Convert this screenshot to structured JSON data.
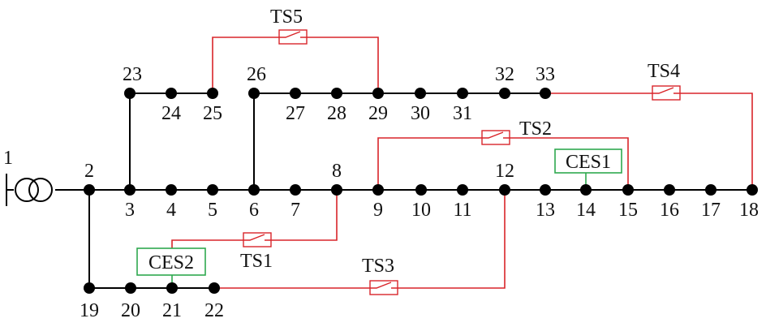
{
  "colors": {
    "line": "#000000",
    "tie_switch": "#d9252a",
    "ces": "#2fa84f"
  },
  "source": {
    "label": "1",
    "icon": "transformer-icon"
  },
  "nodes": [
    {
      "id": "2",
      "label": "2"
    },
    {
      "id": "3",
      "label": "3"
    },
    {
      "id": "4",
      "label": "4"
    },
    {
      "id": "5",
      "label": "5"
    },
    {
      "id": "6",
      "label": "6"
    },
    {
      "id": "7",
      "label": "7"
    },
    {
      "id": "8",
      "label": "8"
    },
    {
      "id": "9",
      "label": "9"
    },
    {
      "id": "10",
      "label": "10"
    },
    {
      "id": "11",
      "label": "11"
    },
    {
      "id": "12",
      "label": "12"
    },
    {
      "id": "13",
      "label": "13"
    },
    {
      "id": "14",
      "label": "14"
    },
    {
      "id": "15",
      "label": "15"
    },
    {
      "id": "16",
      "label": "16"
    },
    {
      "id": "17",
      "label": "17"
    },
    {
      "id": "18",
      "label": "18"
    },
    {
      "id": "19",
      "label": "19"
    },
    {
      "id": "20",
      "label": "20"
    },
    {
      "id": "21",
      "label": "21"
    },
    {
      "id": "22",
      "label": "22"
    },
    {
      "id": "23",
      "label": "23"
    },
    {
      "id": "24",
      "label": "24"
    },
    {
      "id": "25",
      "label": "25"
    },
    {
      "id": "26",
      "label": "26"
    },
    {
      "id": "27",
      "label": "27"
    },
    {
      "id": "28",
      "label": "28"
    },
    {
      "id": "29",
      "label": "29"
    },
    {
      "id": "30",
      "label": "30"
    },
    {
      "id": "31",
      "label": "31"
    },
    {
      "id": "32",
      "label": "32"
    },
    {
      "id": "33",
      "label": "33"
    }
  ],
  "branches": [
    [
      "1",
      "2"
    ],
    [
      "2",
      "3"
    ],
    [
      "3",
      "4"
    ],
    [
      "4",
      "5"
    ],
    [
      "5",
      "6"
    ],
    [
      "6",
      "7"
    ],
    [
      "7",
      "8"
    ],
    [
      "8",
      "9"
    ],
    [
      "9",
      "10"
    ],
    [
      "10",
      "11"
    ],
    [
      "11",
      "12"
    ],
    [
      "12",
      "13"
    ],
    [
      "13",
      "14"
    ],
    [
      "14",
      "15"
    ],
    [
      "15",
      "16"
    ],
    [
      "16",
      "17"
    ],
    [
      "17",
      "18"
    ],
    [
      "2",
      "19"
    ],
    [
      "19",
      "20"
    ],
    [
      "20",
      "21"
    ],
    [
      "21",
      "22"
    ],
    [
      "3",
      "23"
    ],
    [
      "23",
      "24"
    ],
    [
      "24",
      "25"
    ],
    [
      "6",
      "26"
    ],
    [
      "26",
      "27"
    ],
    [
      "27",
      "28"
    ],
    [
      "28",
      "29"
    ],
    [
      "29",
      "30"
    ],
    [
      "30",
      "31"
    ],
    [
      "31",
      "32"
    ],
    [
      "32",
      "33"
    ]
  ],
  "tie_switches": [
    {
      "label": "TS1",
      "from": "8",
      "to": "21"
    },
    {
      "label": "TS2",
      "from": "9",
      "to": "15"
    },
    {
      "label": "TS3",
      "from": "12",
      "to": "22"
    },
    {
      "label": "TS4",
      "from": "18",
      "to": "33"
    },
    {
      "label": "TS5",
      "from": "25",
      "to": "29"
    }
  ],
  "storage": [
    {
      "label": "CES1",
      "node": "14"
    },
    {
      "label": "CES2",
      "node": "21"
    }
  ]
}
